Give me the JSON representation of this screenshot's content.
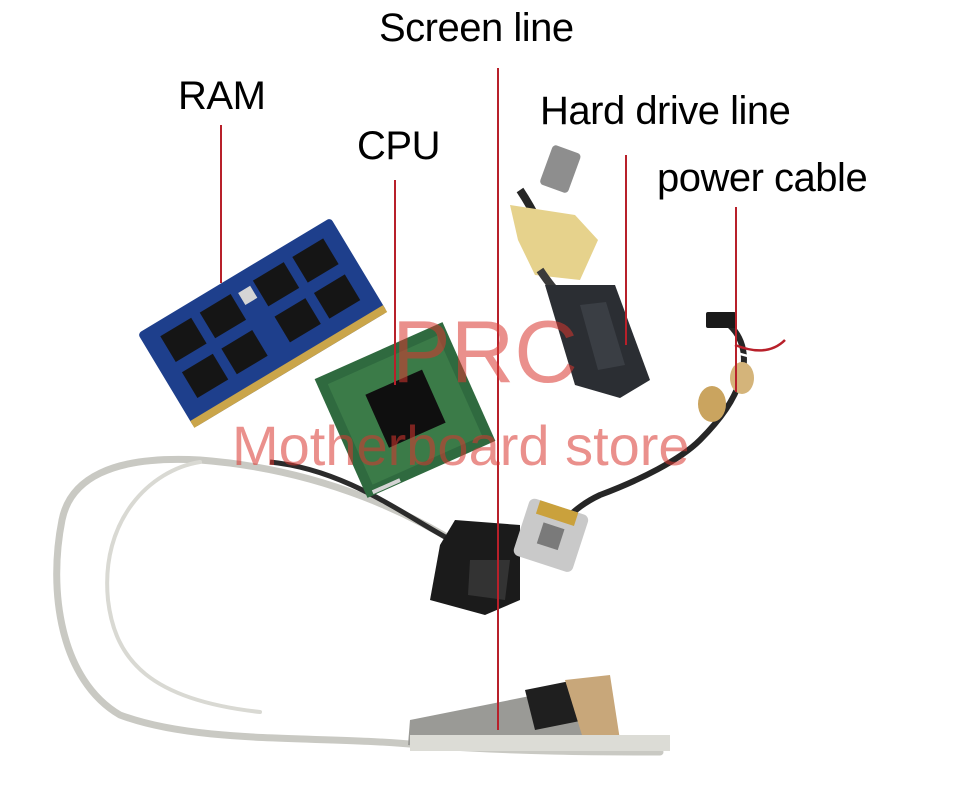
{
  "labels": {
    "screen_line": "Screen line",
    "ram": "RAM",
    "hard_drive_line": "Hard drive line",
    "cpu": "CPU",
    "power_cable": "power cable"
  },
  "watermark": {
    "line1": "PRC",
    "line2": "Motherboard store",
    "color": "#d9362f"
  },
  "colors": {
    "leader_line": "#b8202a",
    "label_text": "#000000"
  }
}
